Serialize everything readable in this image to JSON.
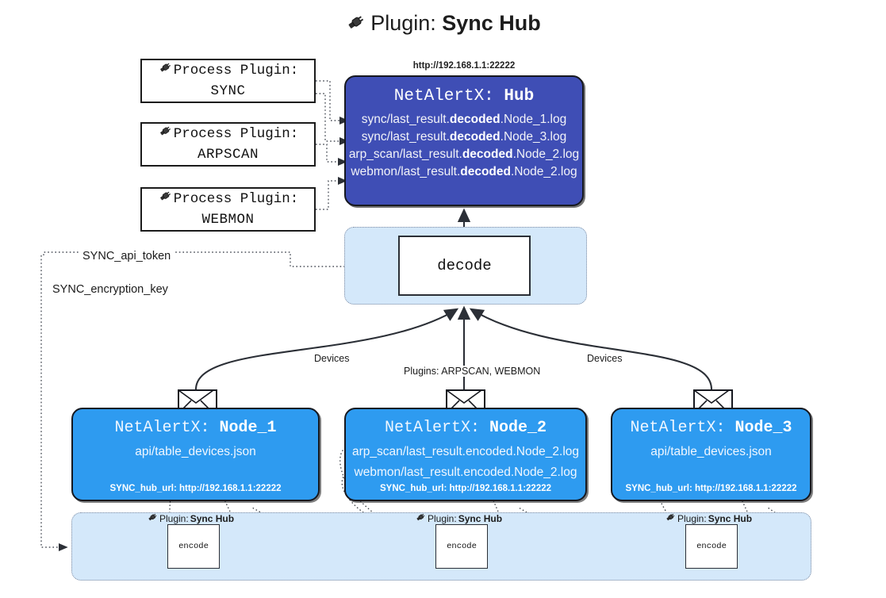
{
  "title": {
    "icon": "plug-icon",
    "prefix": "Plugin:",
    "name": "Sync Hub"
  },
  "process_plugins": [
    {
      "icon": "plug-icon",
      "line1": "Process Plugin:",
      "line2": "SYNC"
    },
    {
      "icon": "plug-icon",
      "line1": "Process Plugin:",
      "line2": "ARPSCAN"
    },
    {
      "icon": "plug-icon",
      "line1": "Process Plugin:",
      "line2": "WEBMON"
    }
  ],
  "hub": {
    "url": "http://192.168.1.1:22222",
    "title_prefix": "NetAlertX:",
    "title_name": "Hub",
    "logs": [
      {
        "pre": "sync/last_result.",
        "mid": "decoded",
        "post": ".Node_1.log"
      },
      {
        "pre": "sync/last_result.",
        "mid": "decoded",
        "post": ".Node_3.log"
      },
      {
        "pre": "arp_scan/last_result.",
        "mid": "decoded",
        "post": ".Node_2.log"
      },
      {
        "pre": "webmon/last_result.",
        "mid": "decoded",
        "post": ".Node_2.log"
      }
    ]
  },
  "decode": {
    "label": "decode"
  },
  "tokens": {
    "api": "SYNC_api_token",
    "encryption": "SYNC_encryption_key"
  },
  "edge_labels": {
    "devices_left": "Devices",
    "devices_right": "Devices",
    "plugins_center": "Plugins: ARPSCAN, WEBMON"
  },
  "nodes": [
    {
      "title_prefix": "NetAlertX:",
      "title_name": "Node_1",
      "lines": [
        "api/table_devices.json"
      ],
      "hub_url_label": "SYNC_hub_url: http://192.168.1.1:22222"
    },
    {
      "title_prefix": "NetAlertX:",
      "title_name": "Node_2",
      "lines": [
        "arp_scan/last_result.encoded.Node_2.log",
        "webmon/last_result.encoded.Node_2.log"
      ],
      "hub_url_label": "SYNC_hub_url: http://192.168.1.1:22222"
    },
    {
      "title_prefix": "NetAlertX:",
      "title_name": "Node_3",
      "lines": [
        "api/table_devices.json"
      ],
      "hub_url_label": "SYNC_hub_url: http://192.168.1.1:22222"
    }
  ],
  "encoders": [
    {
      "label_prefix": "Plugin:",
      "label_name": "Sync Hub",
      "box": "encode"
    },
    {
      "label_prefix": "Plugin:",
      "label_name": "Sync Hub",
      "box": "encode"
    },
    {
      "label_prefix": "Plugin:",
      "label_name": "Sync Hub",
      "box": "encode"
    }
  ],
  "colors": {
    "hub_fill": "#3f4eb5",
    "node_fill": "#2e9bf0",
    "group_fill": "#d4e8fa",
    "stroke": "#16181f"
  }
}
